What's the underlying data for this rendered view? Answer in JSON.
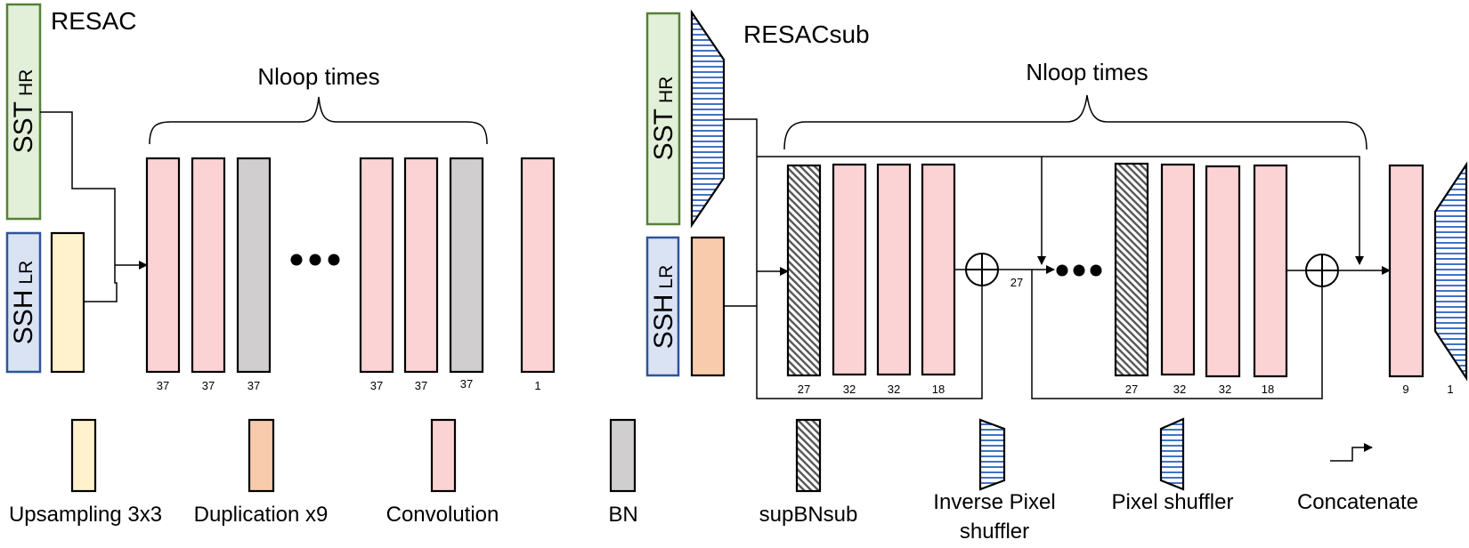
{
  "colors": {
    "convolution": "#fbd3d4",
    "bn": "#d0cece",
    "upsampling": "#fff2cc",
    "duplication": "#f8cbad",
    "sst_fill": "#e2f0d9",
    "sst_stroke": "#548235",
    "ssh_fill": "#dae3f3",
    "ssh_stroke": "#2f5597",
    "stripes": "#4472c4",
    "hatch": "#595959"
  },
  "resac": {
    "title": "RESAC",
    "nloop_label": "Nloop times",
    "sst": {
      "main": "SST",
      "sub": "HR"
    },
    "ssh": {
      "main": "SSH",
      "sub": "LR"
    },
    "layer_labels": [
      "37",
      "37",
      "37",
      "37",
      "37",
      "37",
      "1"
    ]
  },
  "resacsub": {
    "title": "RESACsub",
    "nloop_label": "Nloop times",
    "sst": {
      "main": "SST",
      "sub": "HR"
    },
    "ssh": {
      "main": "SSH",
      "sub": "LR"
    },
    "group1_labels": [
      "27",
      "32",
      "32",
      "18"
    ],
    "mid_label": "27",
    "group2_labels": [
      "27",
      "32",
      "32",
      "18"
    ],
    "final_labels": [
      "9",
      "1"
    ]
  },
  "legend": {
    "upsampling": "Upsampling 3x3",
    "duplication": "Duplication x9",
    "convolution": "Convolution",
    "bn": "BN",
    "supbnsub": "supBNsub",
    "inverse_pixel_shuffler": [
      "Inverse Pixel",
      "shuffler"
    ],
    "pixel_shuffler": "Pixel shuffler",
    "concatenate": "Concatenate"
  }
}
